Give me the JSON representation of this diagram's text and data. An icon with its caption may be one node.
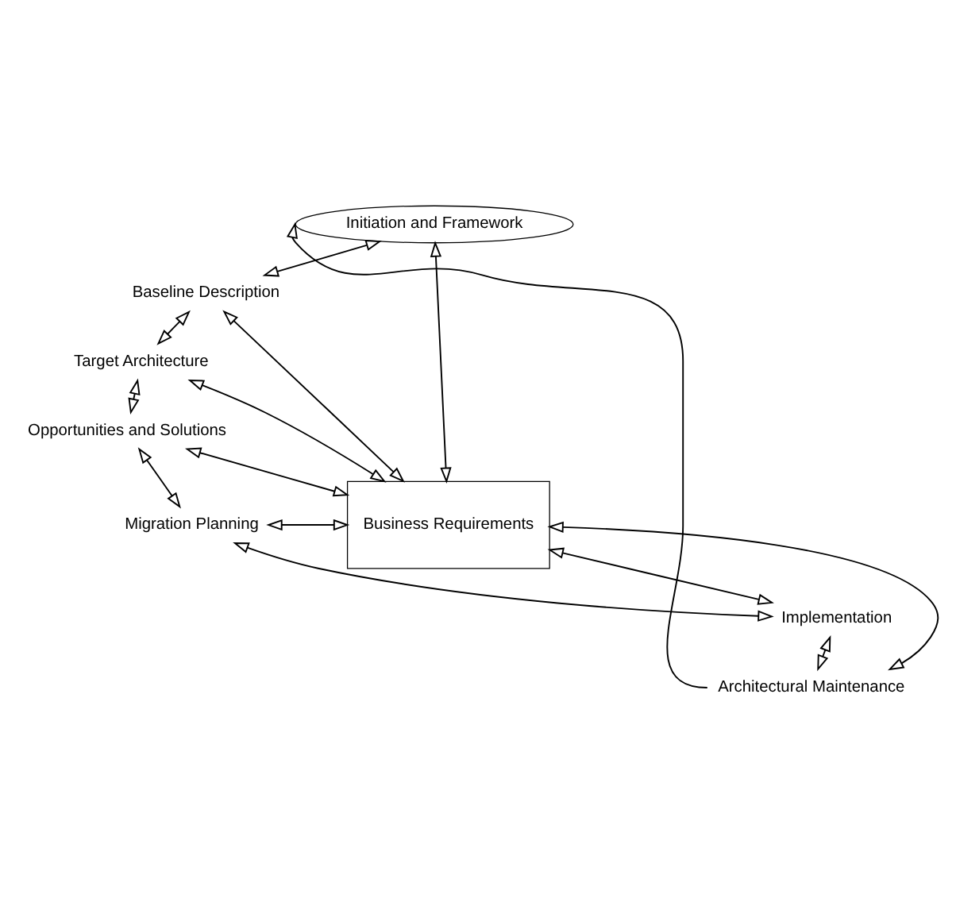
{
  "diagram": {
    "nodes": [
      {
        "text": [
          "Initiation and Framework"
        ]
      },
      {
        "text": [
          "Baseline Description"
        ]
      },
      {
        "text": [
          "Target Architecture"
        ]
      },
      {
        "text": [
          "Opportunities and Solutions"
        ]
      },
      {
        "text": [
          "Migration Planning"
        ]
      },
      {
        "text": [
          "Implementation"
        ]
      },
      {
        "text": [
          "Architectural Maintenance"
        ]
      },
      {
        "text": [
          "Business Requirements"
        ]
      }
    ],
    "edges": [
      {
        "from": 0,
        "to": 1,
        "arrow": "both"
      },
      {
        "from": 1,
        "to": 2,
        "arrow": "both"
      },
      {
        "from": 2,
        "to": 3,
        "arrow": "both"
      },
      {
        "from": 3,
        "to": 4,
        "arrow": "both"
      },
      {
        "from": 4,
        "to": 5,
        "arrow": "both"
      },
      {
        "from": 5,
        "to": 6,
        "arrow": "both"
      },
      {
        "from": 6,
        "to": 0,
        "arrow": "to"
      },
      {
        "from": 0,
        "to": 7,
        "arrow": "both"
      },
      {
        "from": 1,
        "to": 7,
        "arrow": "both"
      },
      {
        "from": 2,
        "to": 7,
        "arrow": "both"
      },
      {
        "from": 3,
        "to": 7,
        "arrow": "both"
      },
      {
        "from": 4,
        "to": 7,
        "arrow": "both"
      },
      {
        "from": 5,
        "to": 7,
        "arrow": "both"
      },
      {
        "from": 6,
        "to": 7,
        "arrow": "both"
      }
    ]
  }
}
